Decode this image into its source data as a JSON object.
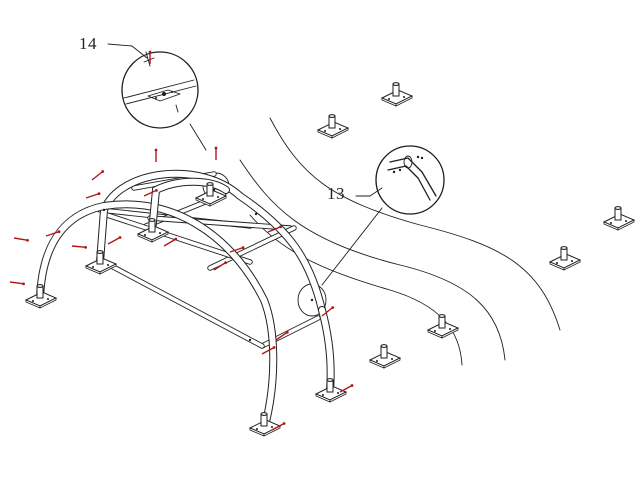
{
  "callouts": [
    {
      "id": "14",
      "label": "14"
    },
    {
      "id": "13",
      "label": "13"
    }
  ],
  "colors": {
    "line": "#1e1e1e",
    "fastener": "#b01818",
    "background": "#ffffff"
  }
}
